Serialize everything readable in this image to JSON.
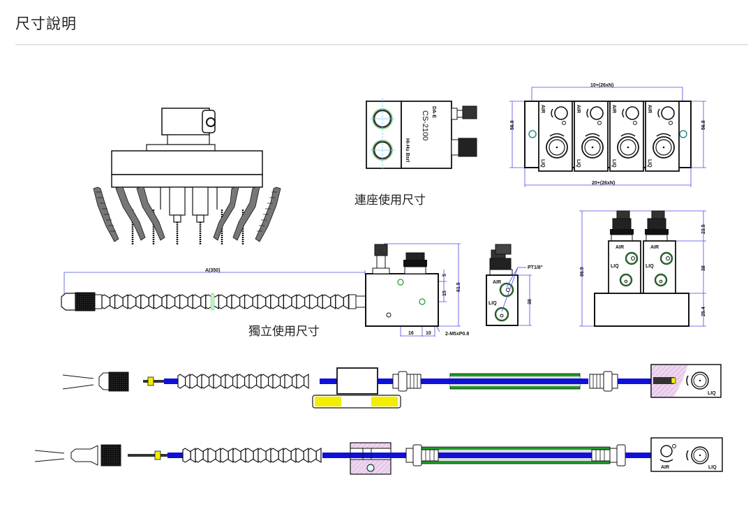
{
  "page": {
    "title": "尺寸說明"
  },
  "diagram": {
    "captions": {
      "manifold_usage": "連座使用尺寸",
      "standalone_usage": "獨立使用尺寸"
    },
    "unit_label": {
      "brand": "DA-E",
      "model": "CS-2100",
      "side_text": "Hi-Hu Bsrl"
    },
    "manifold_top_view": {
      "dim_top": "10+(26xN)",
      "dim_bottom": "20+(26xN)",
      "dim_left": "56.8",
      "dim_right": "56.8",
      "port_labels": [
        "AIR",
        "LIQ"
      ],
      "unit_count": 4
    },
    "manifold_front_view": {
      "dim_total_height": "86.9",
      "dim_top": "23.5",
      "dim_mid": "38",
      "dim_base": "25.4",
      "port_labels": [
        "AIR",
        "LIQ"
      ]
    },
    "standalone_view": {
      "dim_length": "A(350)",
      "dim_height": "61.5",
      "dim_v1": "5",
      "dim_v2": "15",
      "dim_h1": "16",
      "dim_h2": "10",
      "thread_note": "2-M5xP0.8"
    },
    "side_view": {
      "thread_note": "PT1/8\"",
      "dim_height": "38",
      "port_labels": [
        "AIR",
        "LIQ"
      ]
    },
    "assembly_1": {
      "port_label": "LIQ"
    },
    "assembly_2": {
      "port_labels": [
        "AIR",
        "LIQ"
      ]
    }
  },
  "colors": {
    "dimension_line": "#4a4ae8",
    "tube": "#1010d8",
    "sleeve": "#1f9c2a",
    "fitting": "#f2ee00",
    "hatch": "#e9c8ea",
    "port_ring": "#2c5f2e"
  }
}
